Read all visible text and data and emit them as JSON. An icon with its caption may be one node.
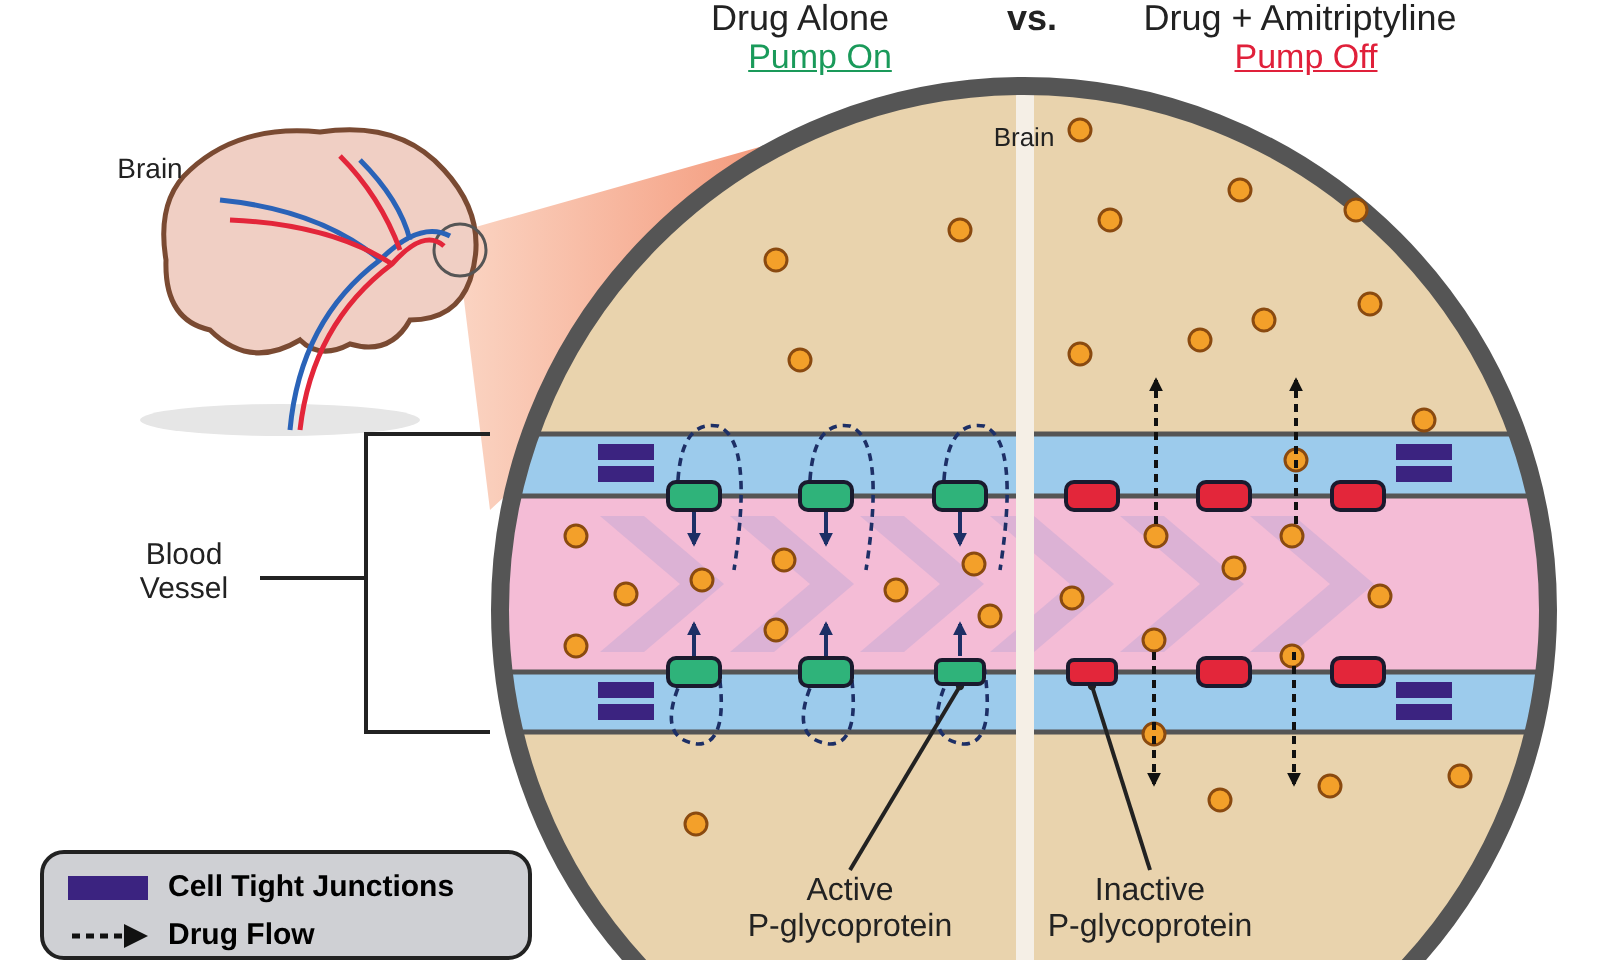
{
  "diagram": {
    "nodes": [
      {
        "text": [
          "Active P-glycoprotein"
        ]
      },
      {
        "text": [],
        "shape": "box"
      },
      {
        "text": [
          "Inactive P-glycoprotein"
        ]
      },
      {
        "text": [],
        "shape": "box"
      }
    ],
    "edges": [
      {
        "from": 0,
        "to": 1,
        "arrow": "other"
      },
      {
        "from": 2,
        "to": 3,
        "arrow": "other"
      }
    ],
    "labels": [
      "Drug Alone",
      "vs.",
      "Drug + Amitriptyline",
      "Pump On",
      "Pump Off",
      "Brain",
      "Brain",
      "Blood Vessel"
    ],
    "legend": [
      {
        "text": "Cell Tight Junctions",
        "color": "#3b2380"
      },
      {
        "text": "Drug Flow"
      }
    ]
  }
}
